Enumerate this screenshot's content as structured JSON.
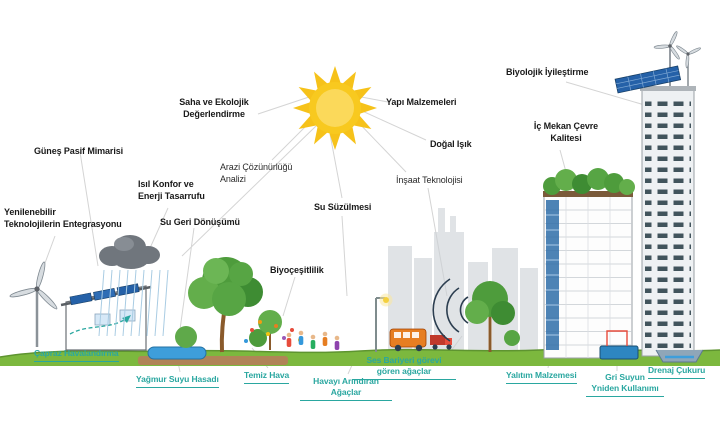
{
  "colors": {
    "accent_teal": "#2AA7A0",
    "sun_yellow": "#F8C91F",
    "ground_green": "#7CB83E",
    "solar_panel_blue": "#2561A8",
    "leader_line_gray": "#D4D4D4"
  },
  "labels": {
    "solar_passive_architecture": "Güneş Pasif Mimarisi",
    "site_ecological_assessment": "Saha ve Ekolojik\nDeğerlendirme",
    "building_materials": "Yapı Malzemeleri",
    "biological_improvement": "Biyolojik İyileştirme",
    "indoor_environment_quality": "İç Mekan Çevre\nKalitesi",
    "natural_light": "Doğal Işık",
    "construction_technology": "İnşaat Teknolojisi",
    "land_resolution_analysis": "Arazi Çözünürlüğü\nAnalizi",
    "thermal_comfort_energy_saving": "Isıl Konfor ve\nEnerji Tasarrufu",
    "water_recycling": "Su Geri Dönüşümü",
    "water_filtration": "Su Süzülmesi",
    "renewable_tech_integration": "Yenilenebilir\nTeknolojilerin Entegrasyonu",
    "biodiversity": "Biyoçeşitlilik",
    "cross_ventilation": "Çapraz Havalandırma",
    "rainwater_harvesting": "Yağmur Suyu Hasadı",
    "clean_air": "Temiz Hava",
    "air_purifying_trees": "Havayı Arındıran\nAğaçlar",
    "sound_barrier_trees": "Ses Bariyeri görevi\ngören ağaçlar",
    "insulation_material": "Yalıtım Malzemesi",
    "greywater_reuse": "Gri Suyun\nYniden Kullanımı",
    "drainage_pit": "Drenaj Çukuru"
  }
}
